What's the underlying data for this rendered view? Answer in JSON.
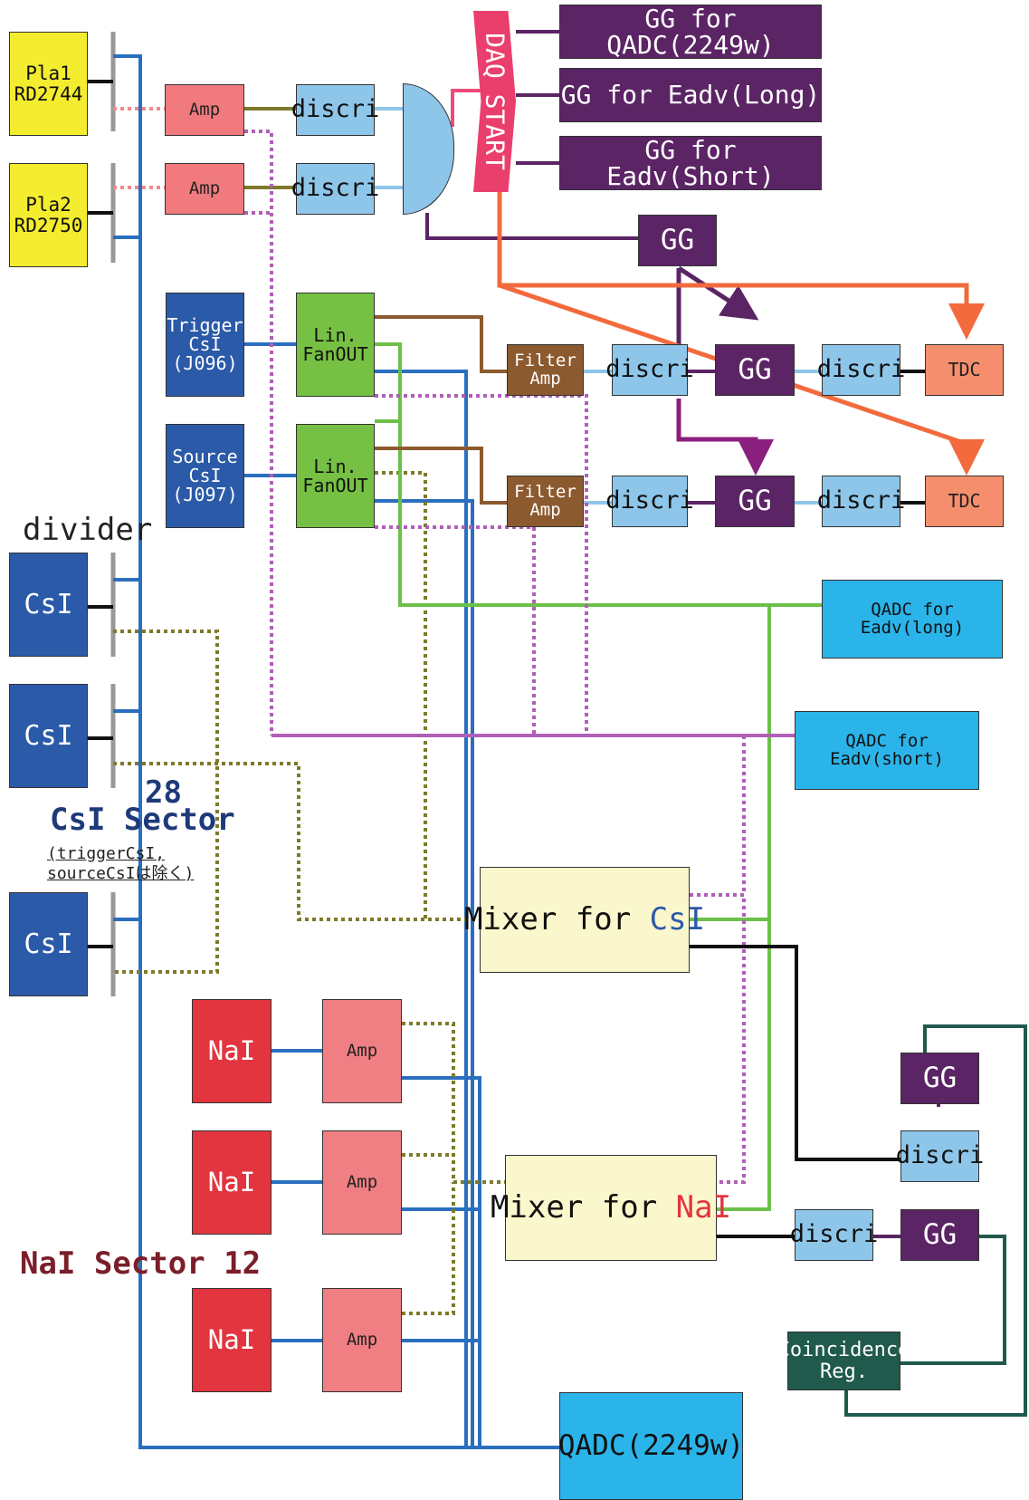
{
  "labels": {
    "pla1": "Pla1\nRD2744",
    "pla2": "Pla2\nRD2750",
    "amp": "Amp",
    "discri": "discri",
    "daq_start": "DAQ START",
    "gg_qadc": "GG for QADC(2249w)",
    "gg_long": "GG for Eadv(Long)",
    "gg_short": "GG for Eadv(Short)",
    "gg": "GG",
    "trigger_csi": "Trigger\nCsI\n(J096)",
    "source_csi": "Source\nCsI\n(J097)",
    "lin_fanout": "Lin.\nFanOUT",
    "filter_amp": "Filter\nAmp",
    "tdc": "TDC",
    "qadc_long": "QADC for Eadv(long)",
    "qadc_short": "QADC for Eadv(short)",
    "divider": "divider",
    "csi": "CsI",
    "csi_sector": "CsI Sector",
    "csi_sector_count": "28",
    "csi_sector_note": "(triggerCsI,\nsourceCsIは除く)",
    "mixer_for": "Mixer for ",
    "mixer_csi": "CsI",
    "mixer_nai": "NaI",
    "nai": "NaI",
    "nai_sector": "NaI Sector 12",
    "coincidence_reg": "Coincidence\nReg.",
    "qadc_main": "QADC(2249w)"
  },
  "colors": {
    "blue_wire": "#2a6fbf",
    "purple_wire": "#5b2464",
    "orange_wire": "#f26a3d",
    "green_wire": "#6cc04a",
    "olive_wire": "#7d7a2a",
    "brown_wire": "#8c5a2f",
    "lightblue_wire": "#8ec6ea",
    "pink_wire": "#ef4a7a",
    "violet_dotted": "#b05fb8",
    "dark_teal": "#1f5a4c"
  }
}
